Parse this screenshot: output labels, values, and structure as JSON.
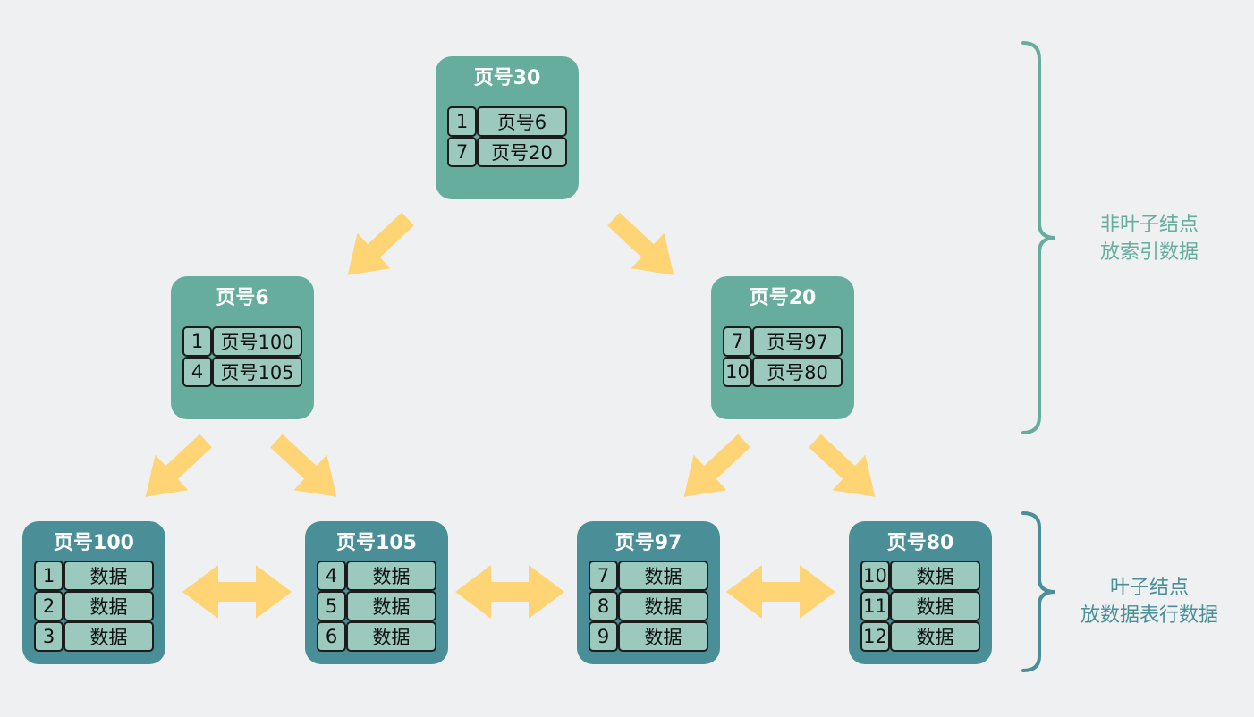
{
  "colors": {
    "internal_node": "#67ad9e",
    "leaf_node": "#4a8f98",
    "cell": "#9bc9be",
    "arrow": "#fed474",
    "background": "#eff0f2"
  },
  "root": {
    "title": "页号30",
    "rows": [
      {
        "key": "1",
        "value": "页号6"
      },
      {
        "key": "7",
        "value": "页号20"
      }
    ]
  },
  "internal_left": {
    "title": "页号6",
    "rows": [
      {
        "key": "1",
        "value": "页号100"
      },
      {
        "key": "4",
        "value": "页号105"
      }
    ]
  },
  "internal_right": {
    "title": "页号20",
    "rows": [
      {
        "key": "7",
        "value": "页号97"
      },
      {
        "key": "10",
        "value": "页号80"
      }
    ]
  },
  "leaves": [
    {
      "title": "页号100",
      "rows": [
        {
          "key": "1",
          "value": "数据"
        },
        {
          "key": "2",
          "value": "数据"
        },
        {
          "key": "3",
          "value": "数据"
        }
      ]
    },
    {
      "title": "页号105",
      "rows": [
        {
          "key": "4",
          "value": "数据"
        },
        {
          "key": "5",
          "value": "数据"
        },
        {
          "key": "6",
          "value": "数据"
        }
      ]
    },
    {
      "title": "页号97",
      "rows": [
        {
          "key": "7",
          "value": "数据"
        },
        {
          "key": "8",
          "value": "数据"
        },
        {
          "key": "9",
          "value": "数据"
        }
      ]
    },
    {
      "title": "页号80",
      "rows": [
        {
          "key": "10",
          "value": "数据"
        },
        {
          "key": "11",
          "value": "数据"
        },
        {
          "key": "12",
          "value": "数据"
        }
      ]
    }
  ],
  "labels": {
    "non_leaf_line1": "非叶子结点",
    "non_leaf_line2": "放索引数据",
    "leaf_line1": "叶子结点",
    "leaf_line2": "放数据表行数据"
  }
}
